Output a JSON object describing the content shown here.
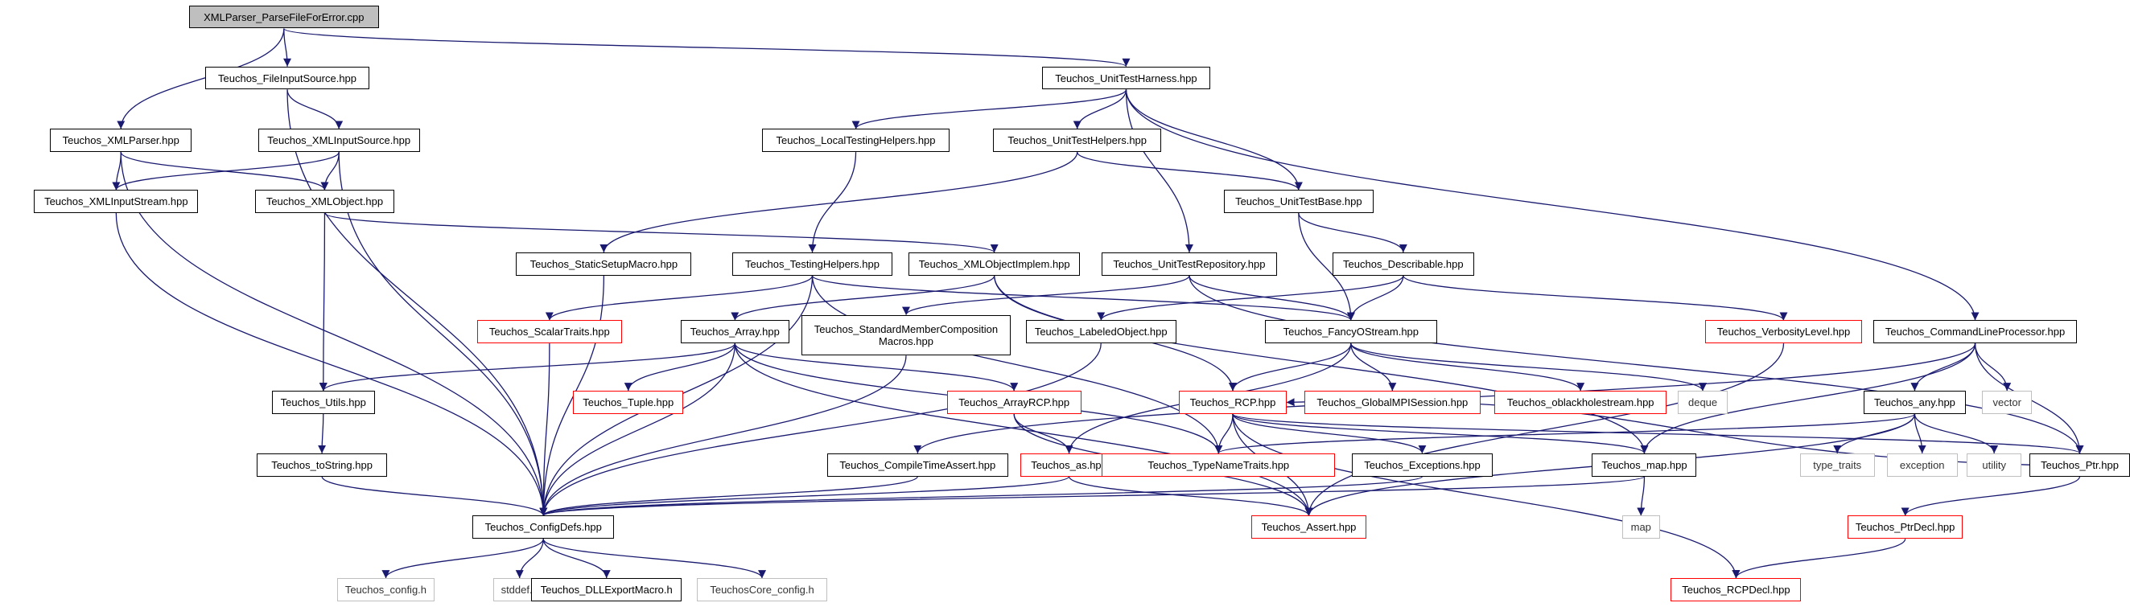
{
  "graph": {
    "edge_color": "#191970",
    "nodes": [
      {
        "id": "root",
        "label": "XMLParser_ParseFileForError.cpp",
        "style": "root"
      },
      {
        "id": "fileinputsource",
        "label": "Teuchos_FileInputSource.hpp",
        "style": "black"
      },
      {
        "id": "unittestharness",
        "label": "Teuchos_UnitTestHarness.hpp",
        "style": "black"
      },
      {
        "id": "xmlparser",
        "label": "Teuchos_XMLParser.hpp",
        "style": "black"
      },
      {
        "id": "xmlinputsource",
        "label": "Teuchos_XMLInputSource.hpp",
        "style": "black"
      },
      {
        "id": "localtestinghelpers",
        "label": "Teuchos_LocalTestingHelpers.hpp",
        "style": "black"
      },
      {
        "id": "unittesthelpers",
        "label": "Teuchos_UnitTestHelpers.hpp",
        "style": "black"
      },
      {
        "id": "xmlinputstream",
        "label": "Teuchos_XMLInputStream.hpp",
        "style": "black"
      },
      {
        "id": "xmlobject",
        "label": "Teuchos_XMLObject.hpp",
        "style": "black"
      },
      {
        "id": "unittestbase",
        "label": "Teuchos_UnitTestBase.hpp",
        "style": "black"
      },
      {
        "id": "staticsetupmacro",
        "label": "Teuchos_StaticSetupMacro.hpp",
        "style": "black"
      },
      {
        "id": "testinghelpers",
        "label": "Teuchos_TestingHelpers.hpp",
        "style": "black"
      },
      {
        "id": "xmlobjectimplem",
        "label": "Teuchos_XMLObjectImplem.hpp",
        "style": "black"
      },
      {
        "id": "unittestrepository",
        "label": "Teuchos_UnitTestRepository.hpp",
        "style": "black"
      },
      {
        "id": "describable",
        "label": "Teuchos_Describable.hpp",
        "style": "black"
      },
      {
        "id": "scalartraits",
        "label": "Teuchos_ScalarTraits.hpp",
        "style": "red"
      },
      {
        "id": "array",
        "label": "Teuchos_Array.hpp",
        "style": "black"
      },
      {
        "id": "standardmembercomposition",
        "label": "Teuchos_StandardMemberComposition\nMacros.hpp",
        "style": "black"
      },
      {
        "id": "labeledobject",
        "label": "Teuchos_LabeledObject.hpp",
        "style": "black"
      },
      {
        "id": "fancyostream",
        "label": "Teuchos_FancyOStream.hpp",
        "style": "black"
      },
      {
        "id": "verbositylevel",
        "label": "Teuchos_VerbosityLevel.hpp",
        "style": "red"
      },
      {
        "id": "commandlineprocessor",
        "label": "Teuchos_CommandLineProcessor.hpp",
        "style": "black"
      },
      {
        "id": "utils",
        "label": "Teuchos_Utils.hpp",
        "style": "black"
      },
      {
        "id": "tuple",
        "label": "Teuchos_Tuple.hpp",
        "style": "red"
      },
      {
        "id": "arrayrcp",
        "label": "Teuchos_ArrayRCP.hpp",
        "style": "red"
      },
      {
        "id": "rcp",
        "label": "Teuchos_RCP.hpp",
        "style": "red"
      },
      {
        "id": "globalmpisession",
        "label": "Teuchos_GlobalMPISession.hpp",
        "style": "red"
      },
      {
        "id": "oblackholestream",
        "label": "Teuchos_oblackholestream.hpp",
        "style": "red"
      },
      {
        "id": "deque",
        "label": "deque",
        "style": "gray"
      },
      {
        "id": "vector",
        "label": "vector",
        "style": "gray"
      },
      {
        "id": "any",
        "label": "Teuchos_any.hpp",
        "style": "black"
      },
      {
        "id": "tostring",
        "label": "Teuchos_toString.hpp",
        "style": "black"
      },
      {
        "id": "compiletimeassert",
        "label": "Teuchos_CompileTimeAssert.hpp",
        "style": "black"
      },
      {
        "id": "as",
        "label": "Teuchos_as.hpp",
        "style": "red"
      },
      {
        "id": "typenametraits",
        "label": "Teuchos_TypeNameTraits.hpp",
        "style": "red"
      },
      {
        "id": "exceptions",
        "label": "Teuchos_Exceptions.hpp",
        "style": "black"
      },
      {
        "id": "map_hpp",
        "label": "Teuchos_map.hpp",
        "style": "black"
      },
      {
        "id": "type_traits",
        "label": "type_traits",
        "style": "gray"
      },
      {
        "id": "exception",
        "label": "exception",
        "style": "gray"
      },
      {
        "id": "utility",
        "label": "utility",
        "style": "gray"
      },
      {
        "id": "ptr",
        "label": "Teuchos_Ptr.hpp",
        "style": "black"
      },
      {
        "id": "configdefs",
        "label": "Teuchos_ConfigDefs.hpp",
        "style": "black"
      },
      {
        "id": "assert",
        "label": "Teuchos_Assert.hpp",
        "style": "red"
      },
      {
        "id": "map",
        "label": "map",
        "style": "gray"
      },
      {
        "id": "ptrdecl",
        "label": "Teuchos_PtrDecl.hpp",
        "style": "red"
      },
      {
        "id": "config_h",
        "label": "Teuchos_config.h",
        "style": "gray"
      },
      {
        "id": "stddef",
        "label": "stddef.h",
        "style": "gray"
      },
      {
        "id": "dllexportmacro",
        "label": "Teuchos_DLLExportMacro.h",
        "style": "black"
      },
      {
        "id": "teuchoscore_config",
        "label": "TeuchosCore_config.h",
        "style": "gray"
      },
      {
        "id": "rcpdecl",
        "label": "Teuchos_RCPDecl.hpp",
        "style": "red"
      }
    ],
    "edges": [
      [
        "root",
        "fileinputsource"
      ],
      [
        "root",
        "unittestharness"
      ],
      [
        "root",
        "xmlparser"
      ],
      [
        "fileinputsource",
        "xmlinputsource"
      ],
      [
        "fileinputsource",
        "configdefs"
      ],
      [
        "unittestharness",
        "localtestinghelpers"
      ],
      [
        "unittestharness",
        "unittesthelpers"
      ],
      [
        "unittestharness",
        "unittestbase"
      ],
      [
        "unittestharness",
        "unittestrepository"
      ],
      [
        "unittestharness",
        "commandlineprocessor"
      ],
      [
        "xmlparser",
        "xmlinputstream"
      ],
      [
        "xmlparser",
        "xmlobject"
      ],
      [
        "xmlparser",
        "configdefs"
      ],
      [
        "xmlinputsource",
        "xmlinputstream"
      ],
      [
        "xmlinputsource",
        "xmlobject"
      ],
      [
        "xmlinputsource",
        "configdefs"
      ],
      [
        "localtestinghelpers",
        "testinghelpers"
      ],
      [
        "unittesthelpers",
        "staticsetupmacro"
      ],
      [
        "unittesthelpers",
        "unittestbase"
      ],
      [
        "xmlinputstream",
        "configdefs"
      ],
      [
        "xmlobject",
        "xmlobjectimplem"
      ],
      [
        "xmlobject",
        "utils"
      ],
      [
        "unittestbase",
        "describable"
      ],
      [
        "unittestbase",
        "fancyostream"
      ],
      [
        "staticsetupmacro",
        "configdefs"
      ],
      [
        "testinghelpers",
        "scalartraits"
      ],
      [
        "testinghelpers",
        "configdefs"
      ],
      [
        "testinghelpers",
        "fancyostream"
      ],
      [
        "testinghelpers",
        "typenametraits"
      ],
      [
        "xmlobjectimplem",
        "array"
      ],
      [
        "xmlobjectimplem",
        "rcp"
      ],
      [
        "xmlobjectimplem",
        "map_hpp"
      ],
      [
        "unittestrepository",
        "fancyostream"
      ],
      [
        "unittestrepository",
        "standardmembercomposition"
      ],
      [
        "unittestrepository",
        "ptr"
      ],
      [
        "describable",
        "labeledobject"
      ],
      [
        "describable",
        "fancyostream"
      ],
      [
        "describable",
        "verbositylevel"
      ],
      [
        "scalartraits",
        "configdefs"
      ],
      [
        "array",
        "utils"
      ],
      [
        "array",
        "tuple"
      ],
      [
        "array",
        "arrayrcp"
      ],
      [
        "array",
        "configdefs"
      ],
      [
        "array",
        "assert"
      ],
      [
        "array",
        "typenametraits"
      ],
      [
        "standardmembercomposition",
        "configdefs"
      ],
      [
        "labeledobject",
        "configdefs"
      ],
      [
        "fancyostream",
        "rcp"
      ],
      [
        "fancyostream",
        "globalmpisession"
      ],
      [
        "fancyostream",
        "oblackholestream"
      ],
      [
        "fancyostream",
        "deque"
      ],
      [
        "fancyostream",
        "as"
      ],
      [
        "verbositylevel",
        "assert"
      ],
      [
        "commandlineprocessor",
        "any"
      ],
      [
        "commandlineprocessor",
        "vector"
      ],
      [
        "commandlineprocessor",
        "ptr"
      ],
      [
        "commandlineprocessor",
        "map_hpp"
      ],
      [
        "commandlineprocessor",
        "compiletimeassert"
      ],
      [
        "utils",
        "tostring"
      ],
      [
        "arrayrcp",
        "as"
      ],
      [
        "arrayrcp",
        "assert"
      ],
      [
        "rcp",
        "typenametraits"
      ],
      [
        "rcp",
        "exceptions"
      ],
      [
        "rcp",
        "map_hpp"
      ],
      [
        "rcp",
        "assert"
      ],
      [
        "rcp",
        "rcpdecl"
      ],
      [
        "rcp",
        "ptr"
      ],
      [
        "any",
        "type_traits"
      ],
      [
        "any",
        "exception"
      ],
      [
        "any",
        "utility"
      ],
      [
        "any",
        "typenametraits"
      ],
      [
        "any",
        "assert"
      ],
      [
        "tostring",
        "configdefs"
      ],
      [
        "compiletimeassert",
        "configdefs"
      ],
      [
        "as",
        "configdefs"
      ],
      [
        "as",
        "assert"
      ],
      [
        "exceptions",
        "configdefs"
      ],
      [
        "map_hpp",
        "map"
      ],
      [
        "map_hpp",
        "configdefs"
      ],
      [
        "ptr",
        "rcp"
      ],
      [
        "ptr",
        "ptrdecl"
      ],
      [
        "configdefs",
        "config_h"
      ],
      [
        "configdefs",
        "stddef"
      ],
      [
        "configdefs",
        "dllexportmacro"
      ],
      [
        "configdefs",
        "teuchoscore_config"
      ],
      [
        "ptrdecl",
        "rcpdecl"
      ]
    ]
  }
}
